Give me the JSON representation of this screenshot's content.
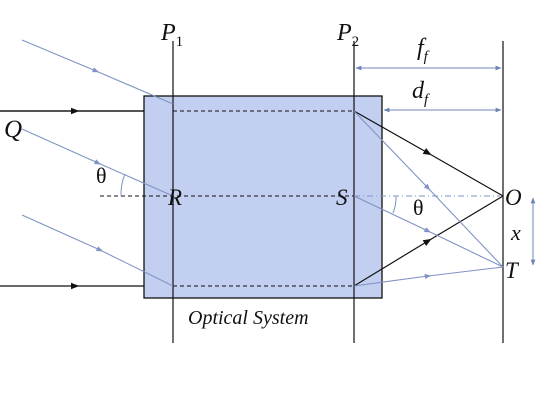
{
  "labels": {
    "p1": "P",
    "p1_sub": "1",
    "p2": "P",
    "p2_sub": "2",
    "ff": "f",
    "ff_sub": "f",
    "df": "d",
    "df_sub": "f",
    "q": "Q",
    "r": "R",
    "s": "S",
    "o": "O",
    "t": "T",
    "x": "x",
    "theta_left": "θ",
    "theta_right": "θ",
    "system": "Optical System"
  },
  "colors": {
    "box_fill": "#c3cff0",
    "box_stroke": "#111111",
    "ray_blue": "#7f93c4",
    "dim_blue": "#6f84b8",
    "line": "#111111"
  }
}
